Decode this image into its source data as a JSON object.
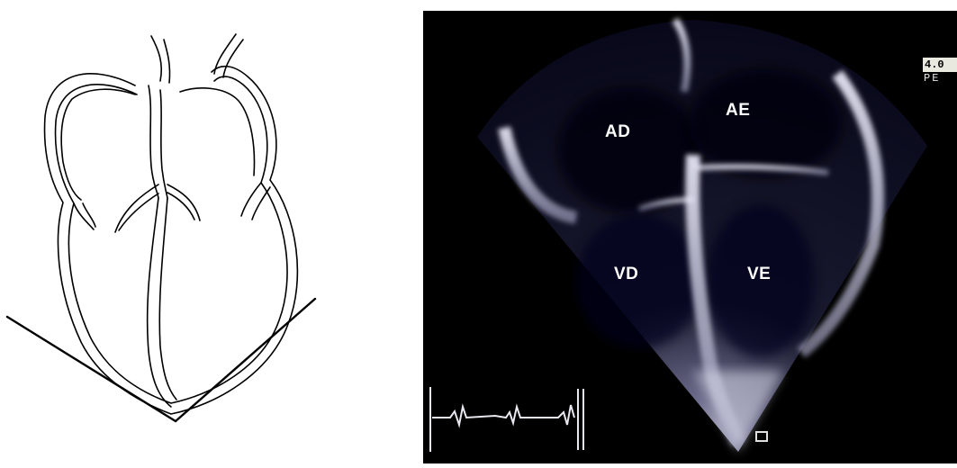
{
  "diagram": {
    "icon": "heart-four-chamber-line-drawing"
  },
  "echo": {
    "chamber_labels": {
      "ae": "AE",
      "ad": "AD",
      "vd": "VD",
      "ve": "VE"
    },
    "depth_readout": "4.0",
    "mode_readout": "PE",
    "ecg_icon": "ecg-trace-icon"
  }
}
